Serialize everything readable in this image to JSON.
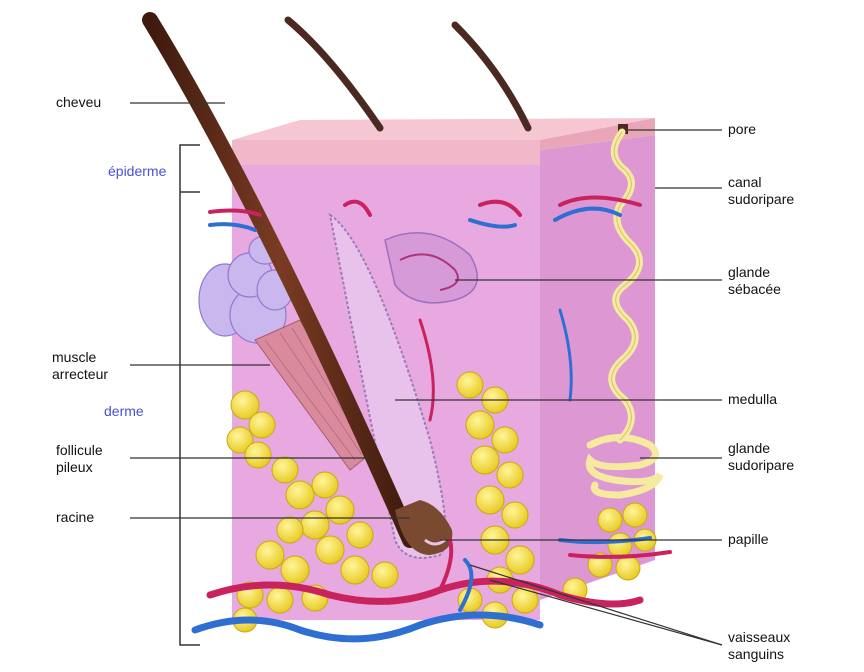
{
  "diagram": {
    "labels": {
      "cheveu": "cheveu",
      "epiderme": "épiderme",
      "muscle_arrecteur": "muscle\narrecteur",
      "derme": "derme",
      "follicule_pileux": "follicule\npileux",
      "racine": "racine",
      "pore": "pore",
      "canal_sudoripare": "canal\nsudoripare",
      "glande_sebacee": "glande\nsébacée",
      "medulla": "medulla",
      "glande_sudoripare": "glande\nsudoripare",
      "papille": "papille",
      "vaisseaux_sanguins": "vaisseaux\nsanguins"
    },
    "colors": {
      "skin": "#e7a9e0",
      "epidermis": "#f0b8c8",
      "hair": "#5a2a1a",
      "fat": "#f4e23a",
      "artery": "#c8235f",
      "vein": "#2f6fd1",
      "gland": "#c9b7ee",
      "duct": "#f5eaa0",
      "region_label": "#4b4fd6"
    }
  }
}
